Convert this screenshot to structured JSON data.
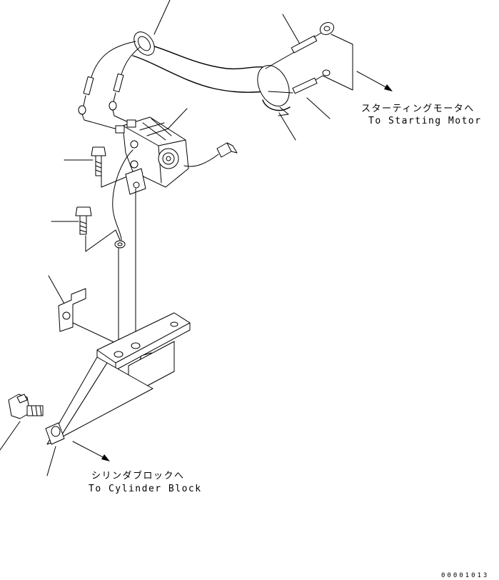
{
  "labels": {
    "starting_motor_jp": "スターティングモータへ",
    "starting_motor_en": "To Starting Motor",
    "cylinder_block_jp": "シリンダブロックへ",
    "cylinder_block_en": "To Cylinder Block"
  },
  "drawing_number": "00001013"
}
